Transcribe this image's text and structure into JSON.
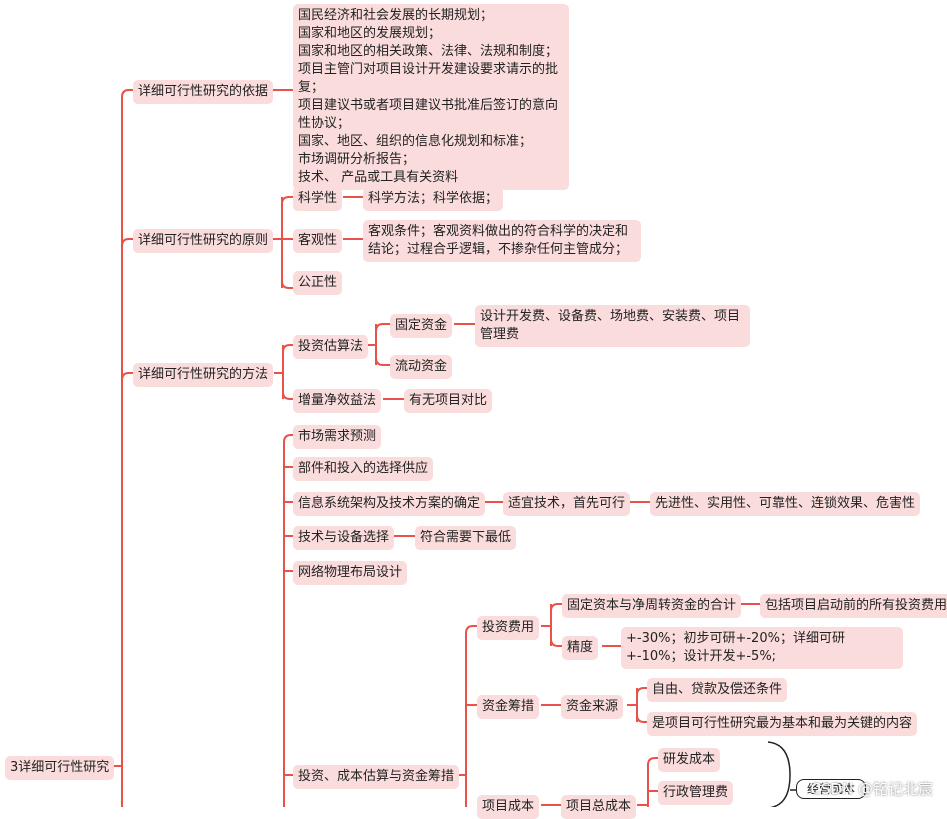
{
  "root": "3详细可行性研究",
  "basis": {
    "label": "详细可行性研究的依据",
    "items": [
      "国民经济和社会发展的长期规划；",
      "国家和地区的发展规划；",
      "国家和地区的相关政策、法律、法规和制度；",
      "项目主管门对项目设计开发建设要求请示的批复；",
      "项目建议书或者项目建议书批准后签订的意向性协议；",
      "国家、地区、组织的信息化规划和标准；",
      "市场调研分析报告；",
      "技术、 产品或工具有关资料"
    ]
  },
  "principles": {
    "label": "详细可行性研究的原则",
    "science": "科学性",
    "science_detail": "科学方法；科学依据；",
    "objective": "客观性",
    "objective_detail": "客观条件；客观资料做出的符合科学的决定和结论；过程合乎逻辑，不掺杂任何主管成分；",
    "fairness": "公正性"
  },
  "methods": {
    "label": "详细可行性研究的方法",
    "estimate": "投资估算法",
    "fixed": "固定资金",
    "fixed_detail": "设计开发费、设备费、场地费、安装费、项目管理费",
    "working": "流动资金",
    "incremental": "增量净效益法",
    "incremental_detail": "有无项目对比"
  },
  "content": {
    "market": "市场需求预测",
    "parts": "部件和投入的选择供应",
    "arch": "信息系统架构及技术方案的确定",
    "arch_mid": "适宜技术，首先可行",
    "arch_detail": "先进性、实用性、可靠性、连锁效果、危害性",
    "equip": "技术与设备选择",
    "equip_detail": "符合需要下最低",
    "network": "网络物理布局设计",
    "invest": "投资、成本估算与资金筹措",
    "cost": "投资费用",
    "cost_sum": "固定资本与净周转资金的合计",
    "cost_sum_detail": "包括项目启动前的所有投资费用",
    "precision": "精度",
    "precision_detail": "+-30%；初步可研+-20%；详细可研+-10%；设计开发+-5%;",
    "funding": "资金筹措",
    "source": "资金来源",
    "source_a": "自由、贷款及偿还条件",
    "source_b": "是项目可行性研究最为基本和最为关键的内容",
    "project_cost": "项目成本",
    "total_cost": "项目总成本",
    "rd_cost": "研发成本",
    "admin_cost": "行政管理费",
    "op_cost": "经营成本"
  },
  "watermark": "CSDN @铭记北宸",
  "colors": {
    "line": "#e8524a",
    "node": "#fadcdc"
  }
}
